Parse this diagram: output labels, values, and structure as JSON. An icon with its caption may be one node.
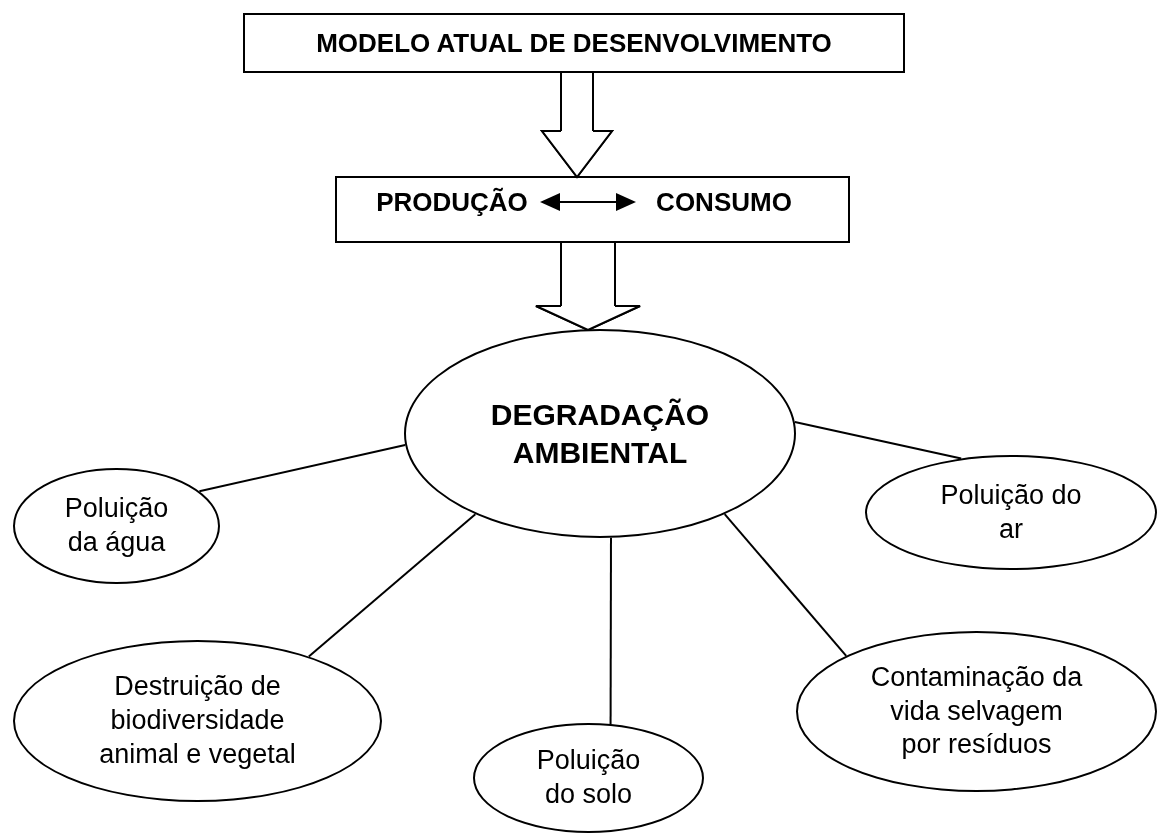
{
  "diagram": {
    "nodes": [
      {
        "text": [
          "MODELO ATUAL DE DESENVOLVIMENTO"
        ]
      },
      {
        "text": [],
        "shape": "box"
      },
      {
        "text": [
          "PRODUÇÃO"
        ],
        "in": 1
      },
      {
        "text": [
          "CONSUMO"
        ],
        "in": 1
      },
      {
        "text": [
          "DEGRADAÇÃO AMBIENTAL"
        ]
      },
      {
        "text": [
          "Poluição da água"
        ]
      },
      {
        "text": [
          "Poluição do ar"
        ]
      },
      {
        "text": [
          "Destruição de biodiversidade animal e vegetal"
        ]
      },
      {
        "text": [
          "Poluição do solo"
        ]
      },
      {
        "text": [
          "Contaminação da vida selvagem por resíduos"
        ]
      }
    ],
    "edges": [
      {
        "from": 0,
        "to": 1,
        "arrow": "to"
      },
      {
        "from": 2,
        "to": 3,
        "arrow": "both"
      },
      {
        "from": 1,
        "to": 4,
        "arrow": "to"
      },
      {
        "from": 4,
        "to": 5,
        "arrow": "none"
      },
      {
        "from": 4,
        "to": 6,
        "arrow": "none"
      },
      {
        "from": 4,
        "to": 7,
        "arrow": "none"
      },
      {
        "from": 4,
        "to": 8,
        "arrow": "none"
      },
      {
        "from": 4,
        "to": 9,
        "arrow": "none"
      }
    ]
  }
}
